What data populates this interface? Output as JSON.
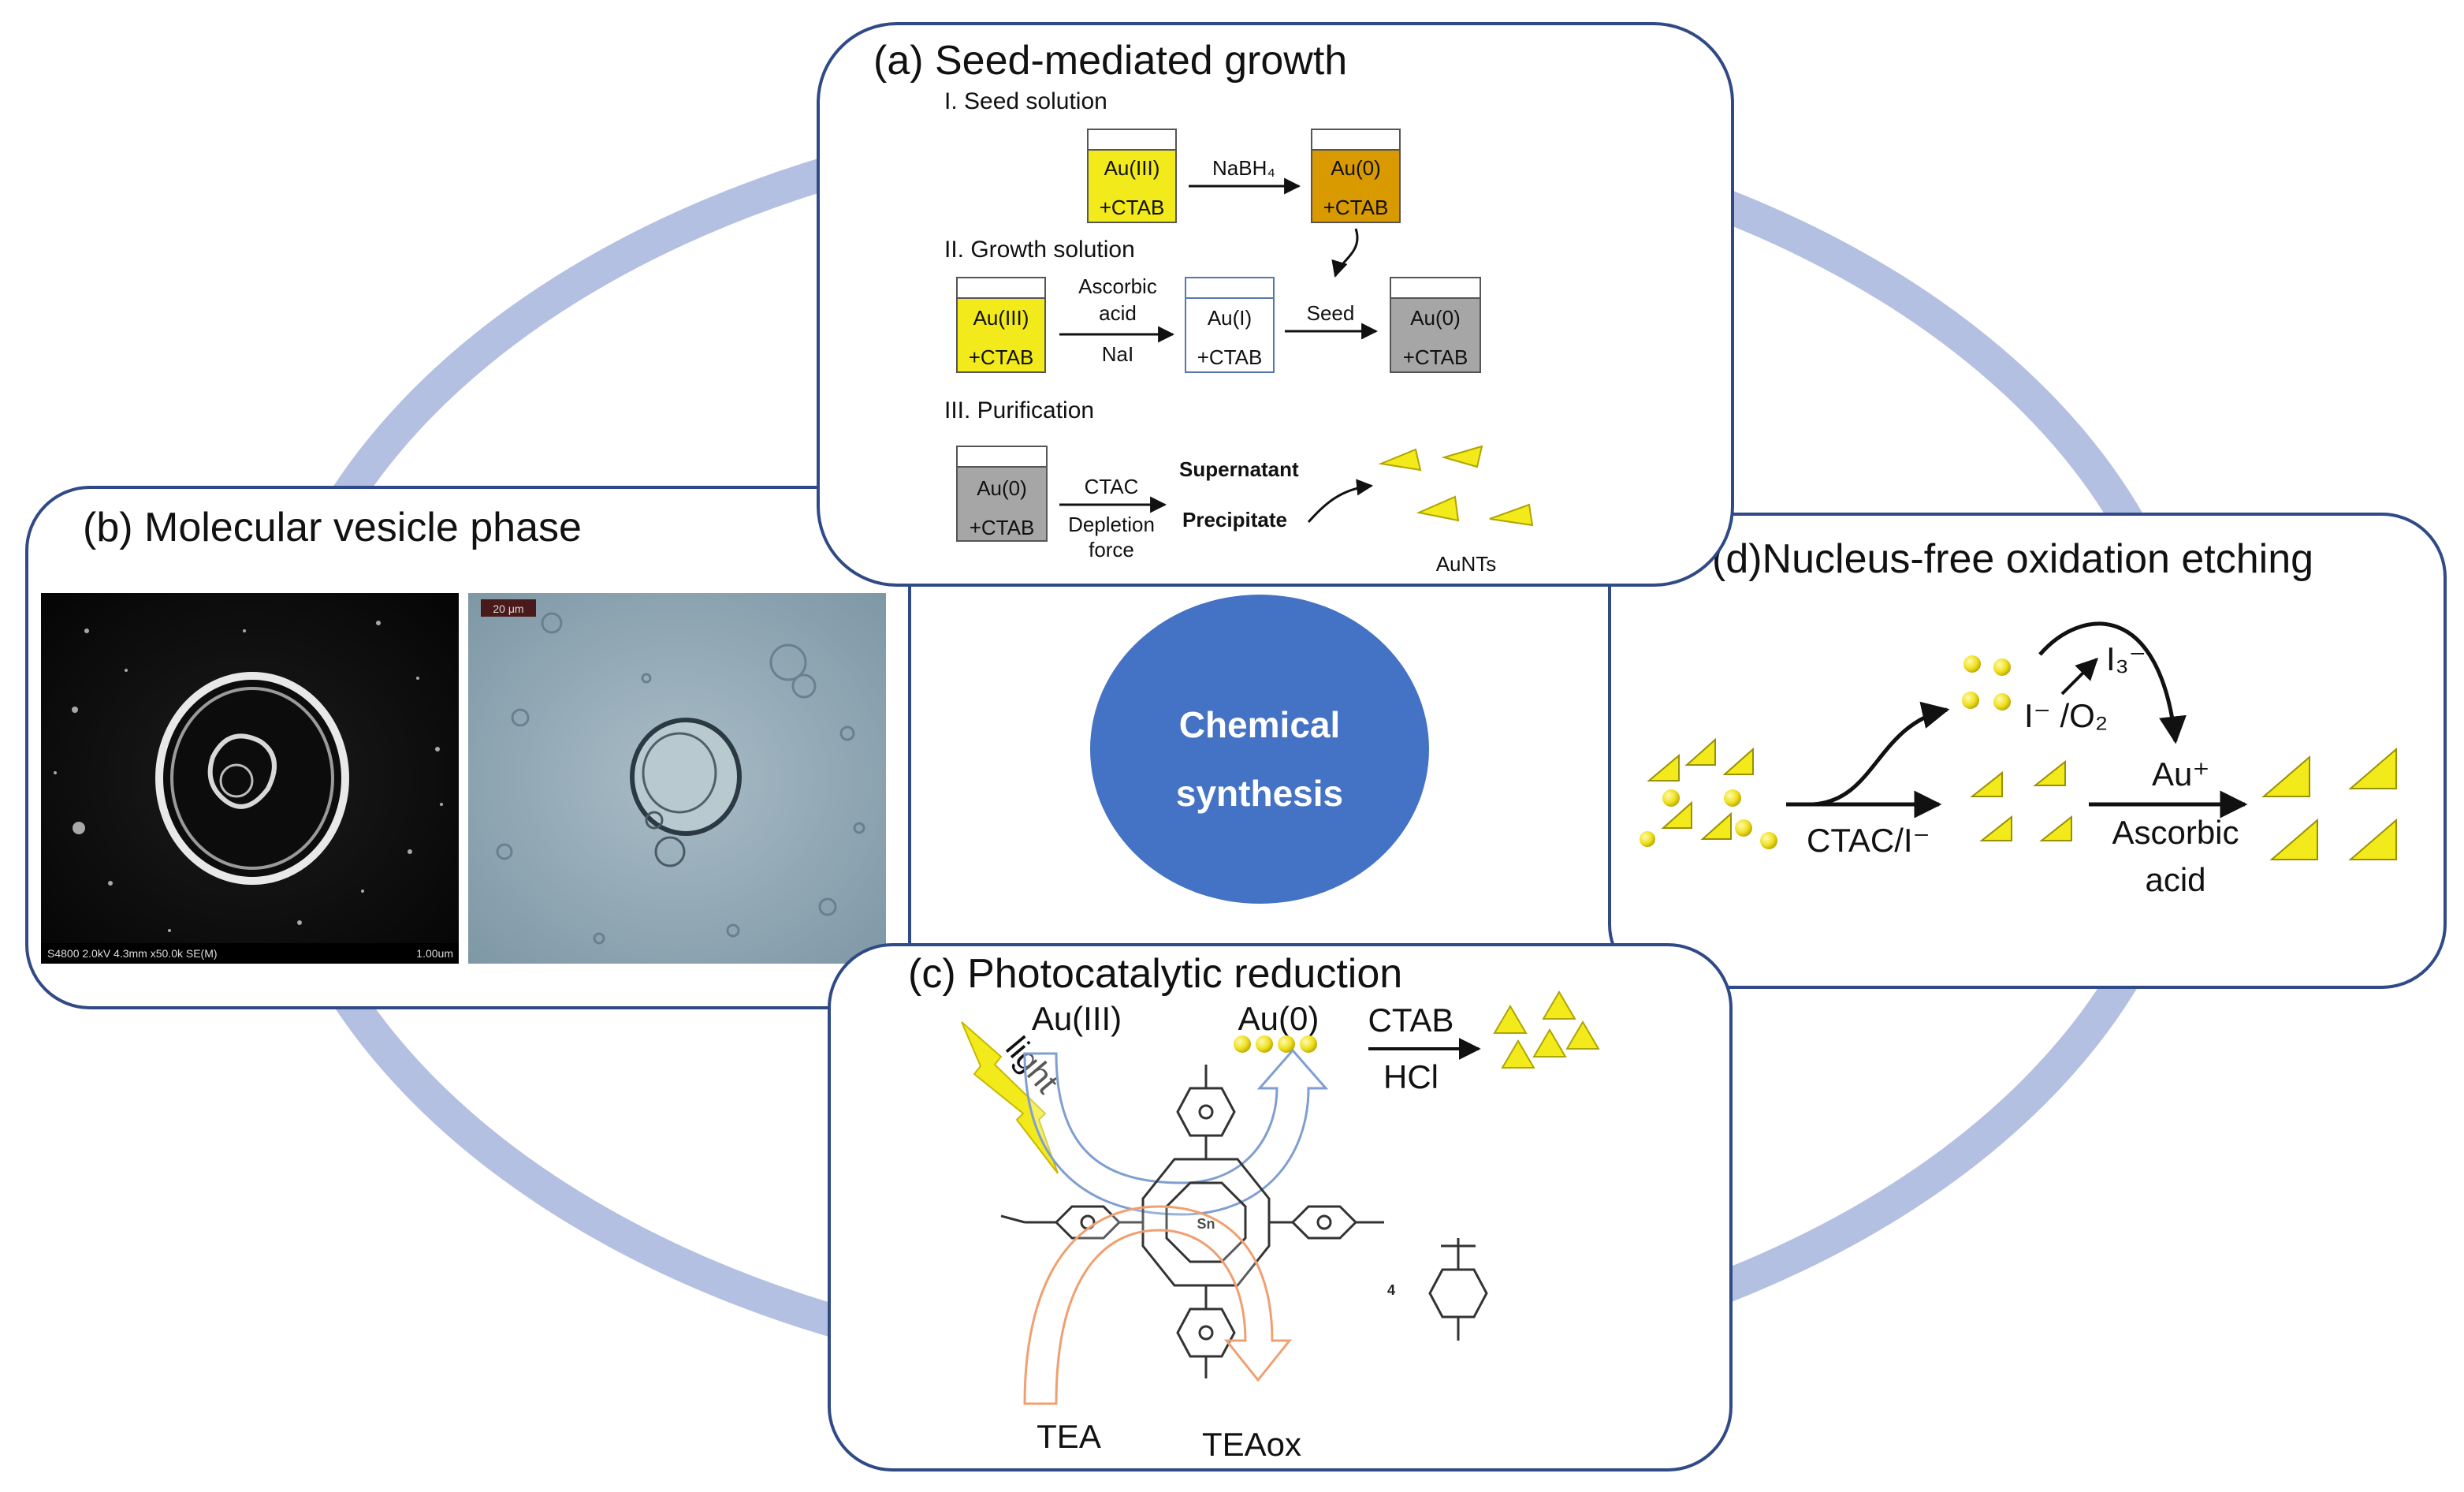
{
  "center": {
    "line1": "Chemical",
    "line2": "synthesis"
  },
  "panel_a": {
    "title": "(a) Seed-mediated growth",
    "step1": "I. Seed solution",
    "step2": "II. Growth solution",
    "step3": "III. Purification",
    "tube1_top": "Au(III)",
    "tube1_bot": "+CTAB",
    "reagent1": "NaBH₄",
    "tube2_top": "Au(0)",
    "tube2_bot": "+CTAB",
    "tube3_top": "Au(III)",
    "tube3_bot": "+CTAB",
    "reagent2_a": "Ascorbic",
    "reagent2_b": "acid",
    "reagent2_c": "NaI",
    "tube4_top": "Au(I)",
    "tube4_bot": "+CTAB",
    "reagent3": "Seed",
    "tube5_top": "Au(0)",
    "tube5_bot": "+CTAB",
    "tube6_top": "Au(0)",
    "tube6_bot": "+CTAB",
    "reagent4_a": "CTAC",
    "reagent4_b": "Depletion",
    "reagent4_c": "force",
    "supernatant": "Supernatant",
    "precipitate": "Precipitate",
    "product": "AuNTs"
  },
  "panel_b": {
    "title": "(b) Molecular vesicle phase",
    "sem_caption": "S4800 2.0kV 4.3mm x50.0k SE(M)",
    "sem_scale": "1.00um",
    "optical_scale": "20 μm"
  },
  "panel_c": {
    "title": "(c) Photocatalytic reduction",
    "reactant": "Au(III)",
    "product": "Au(0)",
    "light": "light",
    "reagent_a": "CTAB",
    "reagent_b": "HCl",
    "donor": "TEA",
    "donor_ox": "TEAox",
    "metal": "Sn",
    "counterion_count": "4"
  },
  "panel_d": {
    "title": "(d)Nucleus-free oxidation etching",
    "etchant": "CTAC/I⁻",
    "oxidant": "I⁻ /O₂",
    "triiodide": "I₃⁻",
    "ion": "Au⁺",
    "reductant_a": "Ascorbic",
    "reductant_b": "acid"
  },
  "colors": {
    "ring": "#b4c0e2",
    "panel_border": "#2f4a86",
    "center_fill": "#4472c4",
    "gold_yellow": "#f2ea1a",
    "gold_dark": "#d99a00",
    "grey_tube": "#a6a6a6",
    "arrow_blue": "#7f9fd0",
    "arrow_orange": "#f0a070"
  }
}
